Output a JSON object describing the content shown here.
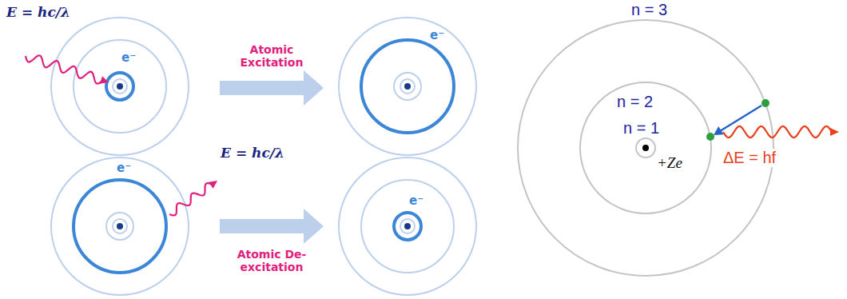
{
  "diagram": {
    "labels": [
      "E = hc/λ",
      "e⁻",
      "Atomic Excitation",
      "e⁻",
      "e⁻",
      "E = hc/λ",
      "Atomic De-excitation",
      "e⁻",
      "n = 3",
      "n = 2",
      "n = 1",
      "+Ze",
      "ΔE = hf"
    ]
  }
}
